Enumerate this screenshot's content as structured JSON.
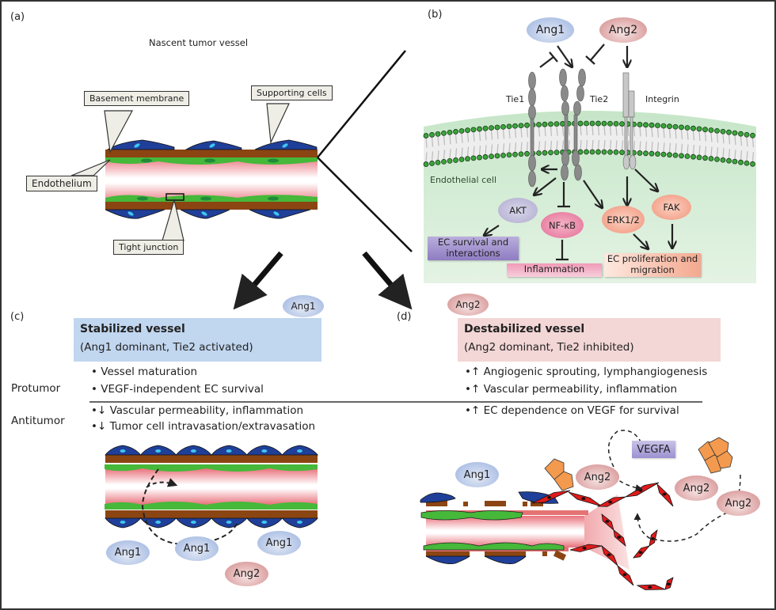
{
  "panels": {
    "a": {
      "label": "(a)",
      "title": "Nascent tumor vessel",
      "callouts": {
        "basement_membrane": "Basement membrane",
        "supporting_cells": "Supporting cells",
        "endothelium": "Endothelium",
        "tight_junction": "Tight junction"
      }
    },
    "b": {
      "label": "(b)",
      "ligands": {
        "ang1": "Ang1",
        "ang2": "Ang2"
      },
      "receptors": {
        "tie1": "Tie1",
        "tie2": "Tie2",
        "integrin": "Integrin"
      },
      "cell_label": "Endothelial cell",
      "nodes": {
        "akt": "AKT",
        "nfkb": "NF-κB",
        "erk": "ERK1/2",
        "fak": "FAK"
      },
      "outcomes": {
        "survival": "EC survival and interactions",
        "inflammation": "Inflammation",
        "proliferation": "EC proliferation and migration"
      },
      "colors": {
        "ang1": "#a9bde3",
        "ang2": "#d99b9b",
        "cell": "#d5ebd6",
        "membrane_head": "#3aa53a",
        "akt": "#b7b3d3",
        "nfkb": "#e77ca0",
        "erk": "#f3a08a",
        "fak": "#f3a08a"
      }
    },
    "c": {
      "label": "(c)",
      "ligand": "Ang1",
      "box_title": "Stabilized vessel",
      "box_subtitle": "(Ang1 dominant, Tie2 activated)",
      "protumor": [
        "• Vessel maturation",
        "• VEGF-independent EC survival"
      ],
      "antitumor": [
        "•↓ Vascular permeability, inflammation",
        "•↓ Tumor cell intravasation/extravasation"
      ],
      "ligands_below": [
        "Ang1",
        "Ang1",
        "Ang1",
        "Ang2"
      ]
    },
    "d": {
      "label": "(d)",
      "ligand": "Ang2",
      "box_title": "Destabilized vessel",
      "box_subtitle": "(Ang2 dominant, Tie2 inhibited)",
      "protumor": [
        "•↑ Angiogenic sprouting, lymphangiogenesis",
        "•↑ Vascular permeability, inflammation"
      ],
      "antitumor": [
        "•↑ EC dependence on VEGF for survival"
      ],
      "ligands_below": [
        "Ang1",
        "Ang2",
        "Ang2",
        "Ang2"
      ],
      "vegfa_label": "VEGFA"
    }
  },
  "row_labels": {
    "protumor": "Protumor",
    "antitumor": "Antitumor"
  },
  "colors": {
    "stabilized_box": "#c1d6ef",
    "destabilized_box": "#f3d6d6",
    "supporting_cell": "#1f3f99",
    "basement_membrane": "#8b4513",
    "endothelium": "#46b83a",
    "sprout": "#e01b1b",
    "tumor_cell": "#f39a4e"
  }
}
